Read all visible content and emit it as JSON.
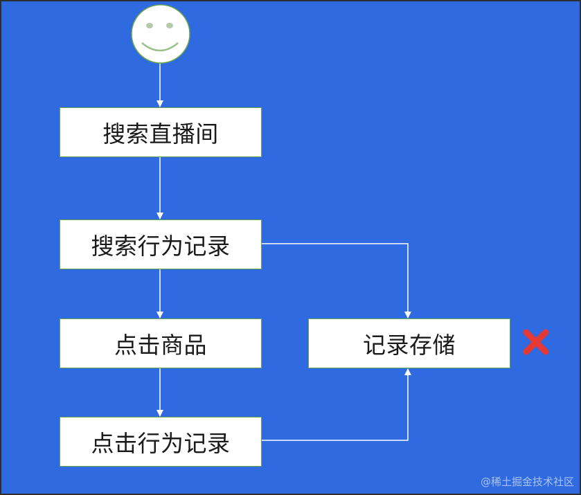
{
  "diagram": {
    "nodes": {
      "search_room": "搜索直播间",
      "search_log": "搜索行为记录",
      "click_item": "点击商品",
      "click_log": "点击行为记录",
      "storage": "记录存储"
    },
    "icons": {
      "start": "smiley-face-icon",
      "failure": "red-x-icon"
    },
    "colors": {
      "background": "#2f6ae0",
      "node_fill": "#ffffff",
      "node_border": "#6aa84f",
      "connector": "#ffffff",
      "error": "#e53935"
    }
  },
  "watermark": "@稀土掘金技术社区"
}
